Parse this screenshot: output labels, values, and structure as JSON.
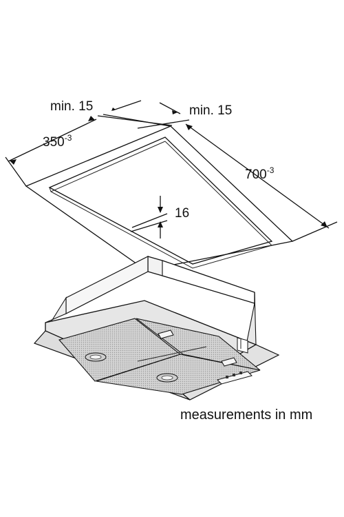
{
  "labels": {
    "min_left": "min. 15",
    "min_right": "min. 15",
    "width_value": "350",
    "width_tolerance": "-3",
    "length_value": "700",
    "length_tolerance": "-3",
    "depth_value": "16",
    "caption": "measurements in mm"
  },
  "colors": {
    "line": "#111111",
    "hood_shell": "#e6e6e6",
    "filter": "#cfcfcf",
    "background": "#ffffff"
  }
}
